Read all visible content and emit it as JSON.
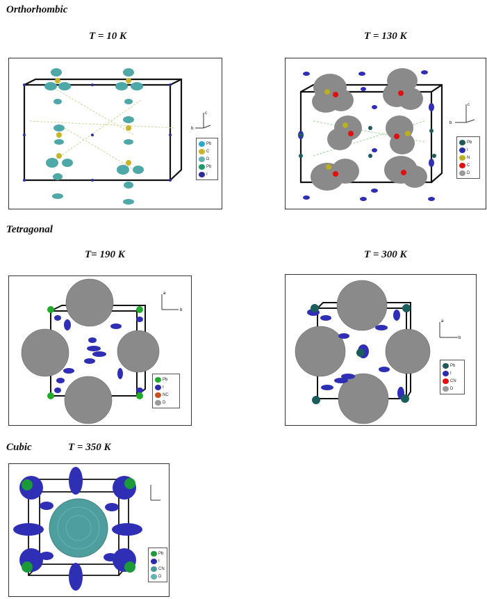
{
  "phases": {
    "orthorhombic": "Orthorhombic",
    "tetragonal": "Tetragonal",
    "cubic": "Cubic"
  },
  "panels": {
    "p10": {
      "temp": "T = 10 K"
    },
    "p130": {
      "temp": "T = 130 K"
    },
    "p190": {
      "temp": "T= 190 K"
    },
    "p300": {
      "temp": "T = 300 K"
    },
    "p350": {
      "temp": "T = 350 K"
    }
  },
  "axes": {
    "a": "a",
    "b": "b",
    "c": "c"
  },
  "legends": {
    "p10": [
      {
        "label": "Pb",
        "color": "#2aa7c9"
      },
      {
        "label": "C",
        "color": "#c9b42a"
      },
      {
        "label": "D",
        "color": "#5fb3b3"
      },
      {
        "label": "Pb",
        "color": "#1c9a6a"
      },
      {
        "label": "I",
        "color": "#2b2b9a"
      }
    ],
    "p130": [
      {
        "label": "Pb",
        "color": "#1e5a5a"
      },
      {
        "label": "I",
        "color": "#2b2bb0"
      },
      {
        "label": "N",
        "color": "#b8b020"
      },
      {
        "label": "C",
        "color": "#e01010"
      },
      {
        "label": "D",
        "color": "#9a9a9a"
      }
    ],
    "p190": [
      {
        "label": "Pb",
        "color": "#1faa2a"
      },
      {
        "label": "I",
        "color": "#2b2bb0"
      },
      {
        "label": "NC",
        "color": "#c8501a"
      },
      {
        "label": "D",
        "color": "#9a9a9a"
      }
    ],
    "p300": [
      {
        "label": "Pb",
        "color": "#1e5a5a"
      },
      {
        "label": "I",
        "color": "#2b2bb0"
      },
      {
        "label": "CN",
        "color": "#e01010"
      },
      {
        "label": "D",
        "color": "#9a9a9a"
      }
    ],
    "p350": [
      {
        "label": "Pb",
        "color": "#1c9a3a"
      },
      {
        "label": "I",
        "color": "#2b2bb0"
      },
      {
        "label": "CN",
        "color": "#4a9a9a"
      },
      {
        "label": "D",
        "color": "#5fb3b3"
      }
    ]
  },
  "colors": {
    "gray_cluster": "#8a8a8a",
    "iodine": "#2f2fb5",
    "pb_green": "#1fa52f",
    "pb_teal": "#1b5c5c",
    "teal_cluster": "#4f9e9e",
    "frame": "#111111",
    "bond": "#c8d89a"
  }
}
